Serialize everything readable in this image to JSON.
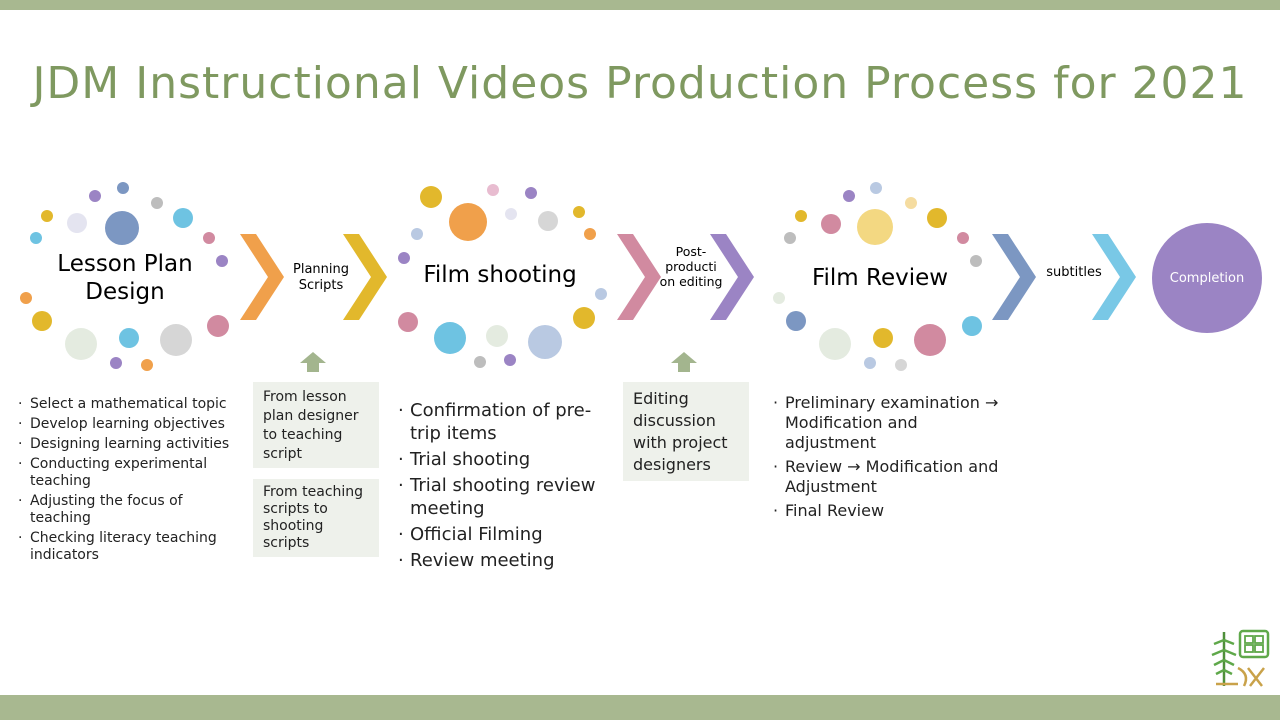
{
  "title": "JDM Instructional Videos Production Process for 2021",
  "colors": {
    "band": "#a8b890",
    "title": "#7f9960",
    "completion": "#9b84c4",
    "note_bg": "#eef1eb",
    "up_arrow": "#a3b58e"
  },
  "stages": [
    {
      "label": "Lesson Plan Design"
    },
    {
      "label": "Film shooting"
    },
    {
      "label": "Film Review"
    }
  ],
  "connectors": [
    {
      "label": "Planning Scripts"
    },
    {
      "label": "Post-producti on editing"
    },
    {
      "label": "subtitles"
    }
  ],
  "completion": {
    "label": "Completion"
  },
  "stage1_bullets": [
    "Select a mathematical topic",
    "Develop learning objectives",
    "Designing learning activities",
    "Conducting experimental teaching",
    "Adjusting the focus of teaching",
    "Checking literacy teaching indicators"
  ],
  "stage2_bullets": [
    "Confirmation of pre-trip items",
    "Trial shooting",
    "Trial shooting review meeting",
    "Official Filming",
    "Review meeting"
  ],
  "stage3_bullets": [
    "Preliminary examination → Modification and adjustment",
    "Review → Modification and Adjustment",
    "Final Review"
  ],
  "notes": {
    "script_note_1": "From lesson plan designer to teaching script",
    "script_note_2": "From teaching scripts to shooting scripts",
    "editing_note": "Editing discussion with project designers"
  },
  "logo": {
    "icon": "plant-seal-logo-icon",
    "primary": "#5fa84a",
    "accent": "#c9a24a"
  }
}
